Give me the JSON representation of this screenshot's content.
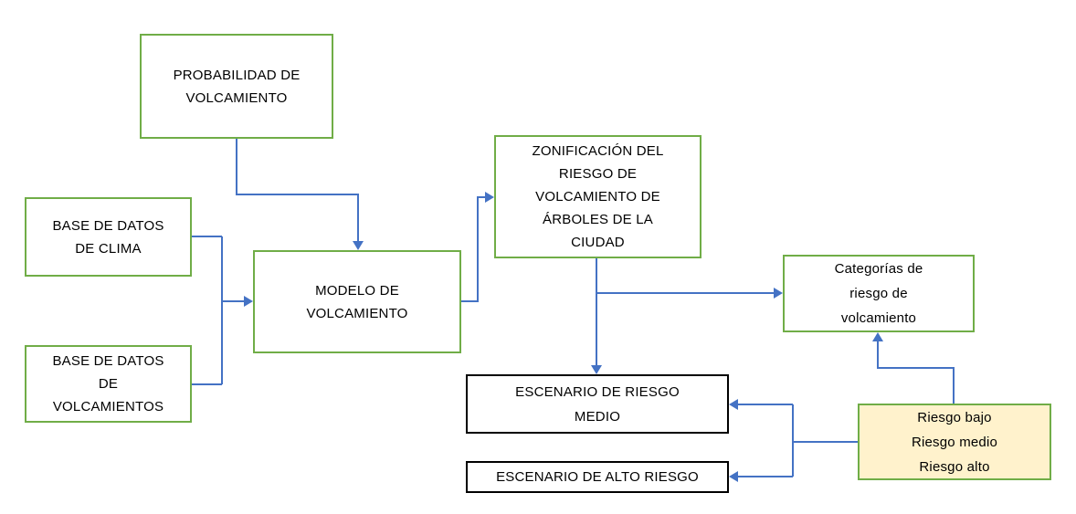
{
  "diagram": {
    "boxes": {
      "probabilidad": {
        "text": "PROBABILIDAD DE\nVOLCAMIENTO"
      },
      "base_clima": {
        "text": "BASE DE DATOS\nDE CLIMA"
      },
      "base_volcamientos": {
        "text": "BASE DE DATOS\nDE\nVOLCAMIENTOS"
      },
      "modelo": {
        "text": "MODELO DE\nVOLCAMIENTO"
      },
      "zonificacion": {
        "text": "ZONIFICACIÓN DEL\nRIESGO DE\nVOLCAMIENTO DE\nÁRBOLES DE LA\nCIUDAD"
      },
      "categorias": {
        "text": "Categorías de\nriesgo de\nvolcamiento"
      },
      "escenario_medio": {
        "text": "ESCENARIO DE RIESGO\nMEDIO"
      },
      "escenario_alto": {
        "text": "ESCENARIO DE ALTO RIESGO"
      },
      "riesgo_niveles": {
        "text": "Riesgo bajo\nRiesgo medio\nRiesgo alto"
      }
    },
    "connections": [
      {
        "from": "probabilidad",
        "to": "modelo"
      },
      {
        "from": "base_clima",
        "to": "modelo"
      },
      {
        "from": "base_volcamientos",
        "to": "modelo"
      },
      {
        "from": "modelo",
        "to": "zonificacion"
      },
      {
        "from": "zonificacion",
        "to": "categorias"
      },
      {
        "from": "zonificacion",
        "to": "escenario_medio"
      },
      {
        "from": "riesgo_niveles",
        "to": "categorias"
      },
      {
        "from": "riesgo_niveles",
        "to": "escenario_medio"
      },
      {
        "from": "riesgo_niveles",
        "to": "escenario_alto"
      }
    ],
    "colors": {
      "box_border_green": "#70AD47",
      "box_border_black": "#000000",
      "connector_blue": "#4472C4",
      "highlight_fill_yellow": "#FFF2CC"
    }
  }
}
